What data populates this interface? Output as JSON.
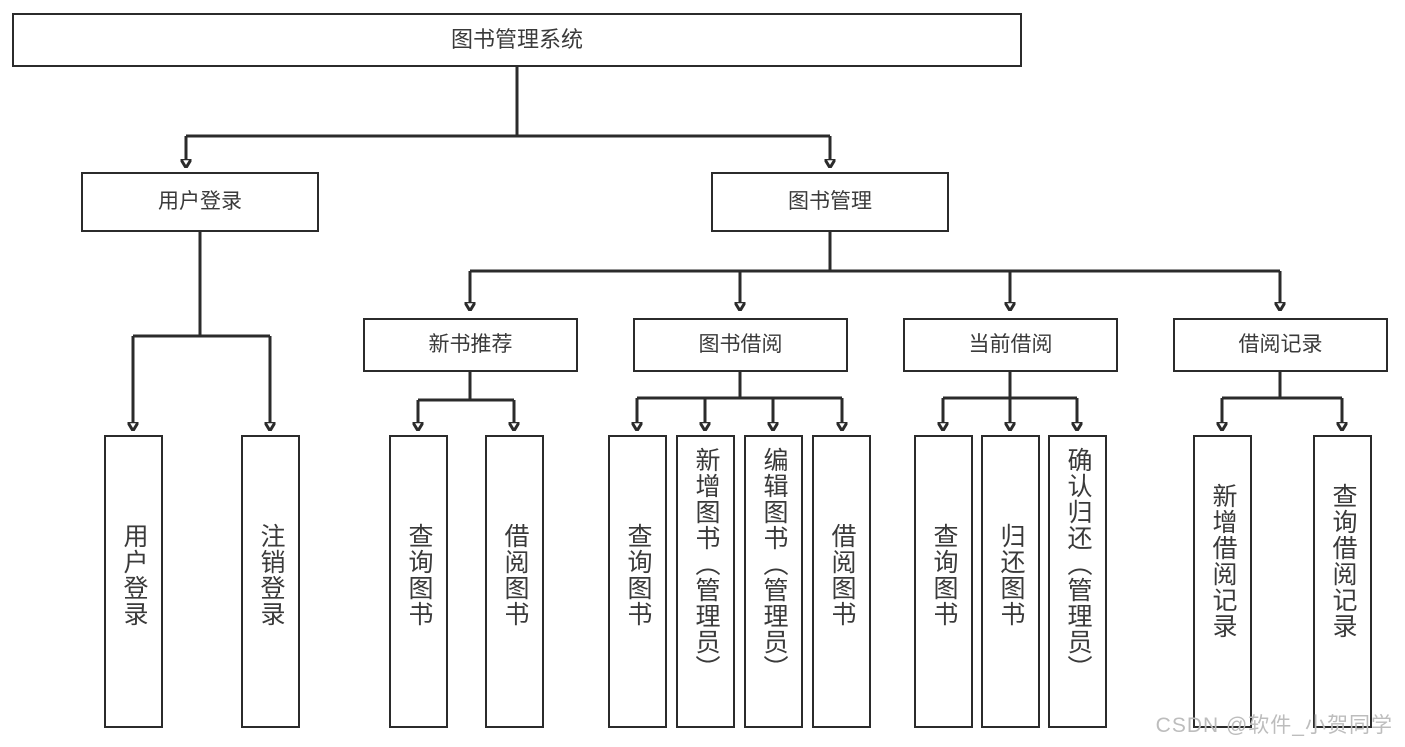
{
  "diagram": {
    "title": "图书管理系统",
    "type": "tree",
    "orientation": "top-down",
    "stroke_color": "#2b2b2b",
    "text_color": "#3a3a3a",
    "background": "#ffffff",
    "watermark": "CSDN @软件_小贺同学",
    "watermark_color": "#bdbdbd",
    "nodes": {
      "root": {
        "label": "图书管理系统",
        "level": 0
      },
      "user_login": {
        "label": "用户登录",
        "level": 1
      },
      "book_manage": {
        "label": "图书管理",
        "level": 1
      },
      "new_book_rec": {
        "label": "新书推荐",
        "level": 2
      },
      "book_borrow": {
        "label": "图书借阅",
        "level": 2
      },
      "current_borrow": {
        "label": "当前借阅",
        "level": 2
      },
      "borrow_record": {
        "label": "借阅记录",
        "level": 2
      },
      "leaf_user_login": {
        "label": "用户登录",
        "level": 3
      },
      "leaf_logout": {
        "label": "注销登录",
        "level": 3
      },
      "leaf_query_book_a": {
        "label": "查询图书",
        "level": 3
      },
      "leaf_borrow_book_a": {
        "label": "借阅图书",
        "level": 3
      },
      "leaf_query_book_b": {
        "label": "查询图书",
        "level": 3
      },
      "leaf_add_book": {
        "label": "新增图书（管理员）",
        "level": 3
      },
      "leaf_edit_book": {
        "label": "编辑图书（管理员）",
        "level": 3
      },
      "leaf_borrow_book_b": {
        "label": "借阅图书",
        "level": 3
      },
      "leaf_query_book_c": {
        "label": "查询图书",
        "level": 3
      },
      "leaf_return_book": {
        "label": "归还图书",
        "level": 3
      },
      "leaf_confirm_return": {
        "label": "确认归还（管理员）",
        "level": 3
      },
      "leaf_add_record": {
        "label": "新增借阅记录",
        "level": 3
      },
      "leaf_query_record": {
        "label": "查询借阅记录",
        "level": 3
      }
    },
    "edges": [
      {
        "from": "root",
        "to": "user_login"
      },
      {
        "from": "root",
        "to": "book_manage"
      },
      {
        "from": "user_login",
        "to": "leaf_user_login"
      },
      {
        "from": "user_login",
        "to": "leaf_logout"
      },
      {
        "from": "book_manage",
        "to": "new_book_rec"
      },
      {
        "from": "book_manage",
        "to": "book_borrow"
      },
      {
        "from": "book_manage",
        "to": "current_borrow"
      },
      {
        "from": "book_manage",
        "to": "borrow_record"
      },
      {
        "from": "new_book_rec",
        "to": "leaf_query_book_a"
      },
      {
        "from": "new_book_rec",
        "to": "leaf_borrow_book_a"
      },
      {
        "from": "book_borrow",
        "to": "leaf_query_book_b"
      },
      {
        "from": "book_borrow",
        "to": "leaf_add_book"
      },
      {
        "from": "book_borrow",
        "to": "leaf_edit_book"
      },
      {
        "from": "book_borrow",
        "to": "leaf_borrow_book_b"
      },
      {
        "from": "current_borrow",
        "to": "leaf_query_book_c"
      },
      {
        "from": "current_borrow",
        "to": "leaf_return_book"
      },
      {
        "from": "current_borrow",
        "to": "leaf_confirm_return"
      },
      {
        "from": "borrow_record",
        "to": "leaf_add_record"
      },
      {
        "from": "borrow_record",
        "to": "leaf_query_record"
      }
    ]
  }
}
